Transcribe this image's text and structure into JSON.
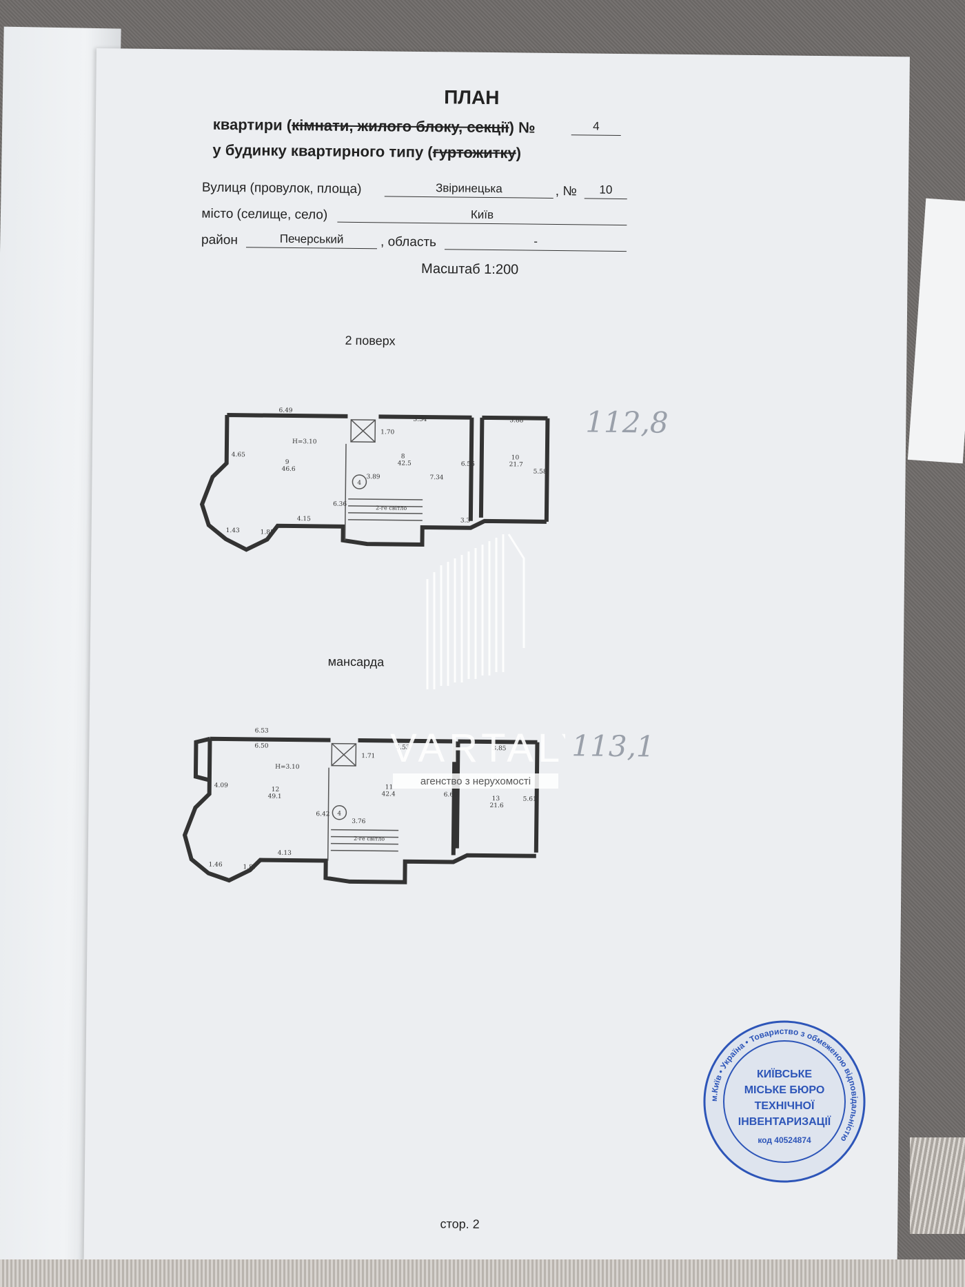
{
  "header": {
    "title": "ПЛАН",
    "line1_a": "квартири (",
    "line1_strike": "кімнати, жилого блоку, секції",
    "line1_b": ") №",
    "apartment_no": "4",
    "line2_a": "у будинку квартирного типу (",
    "line2_strike": "гуртожитку",
    "line2_b": ")"
  },
  "fields": {
    "street_label": "Вулиця (провулок, площа)",
    "street_value": "Звіринецька",
    "no_label": ", №",
    "no_value": "10",
    "city_label": "місто (селище, село)",
    "city_value": "Київ",
    "district_label": "район",
    "district_value": "Печерський",
    "region_label": ", область",
    "region_value": "-"
  },
  "scale": "Масштаб 1:200",
  "floors": [
    {
      "label": "2 поверх",
      "area_note": "112,8",
      "height": "H=3.10",
      "rooms": [
        {
          "no": "9",
          "area": "46.6"
        },
        {
          "no": "8",
          "area": "42.5"
        },
        {
          "no": "10",
          "area": "21.7"
        }
      ],
      "dims": [
        "6.49",
        "3.54",
        "3.88",
        "4.65",
        "1.70",
        "3.89",
        "6.36",
        "7.34",
        "6.56",
        "5.58",
        "4.15",
        "1.43",
        "1.85",
        "3.3"
      ],
      "stair_label": "2-ге світло",
      "stair_no": "4"
    },
    {
      "label": "мансарда",
      "area_note": "113,1",
      "height": "H=3.10",
      "rooms": [
        {
          "no": "12",
          "area": "49.1"
        },
        {
          "no": "11",
          "area": "42.4"
        },
        {
          "no": "13",
          "area": "21.6"
        }
      ],
      "dims": [
        "6.53",
        "6.50",
        "5.53",
        "3.85",
        "1.71",
        "4.09",
        "6.42",
        "3.76",
        "6.60",
        "5.61",
        "4.13",
        "1.46",
        "1.87"
      ],
      "stair_label": "2-ге світло",
      "stair_no": "4"
    }
  ],
  "stamp": {
    "text_lines": [
      "КИЇВСЬКЕ",
      "МІСЬКЕ БЮРО",
      "ТЕХНІЧНОЇ",
      "ІНВЕНТАРИЗАЦІЇ"
    ],
    "ring": "м.Київ • Україна • Товариство з обмеженою відповідальністю",
    "code": "код 40524874"
  },
  "watermark": {
    "brand": "KVARTALY",
    "tagline": "агенство з нерухомості"
  },
  "page_number": "стор. 2",
  "colors": {
    "paper": "#eceef1",
    "stamp": "#2d55b8",
    "ink": "#222222"
  }
}
